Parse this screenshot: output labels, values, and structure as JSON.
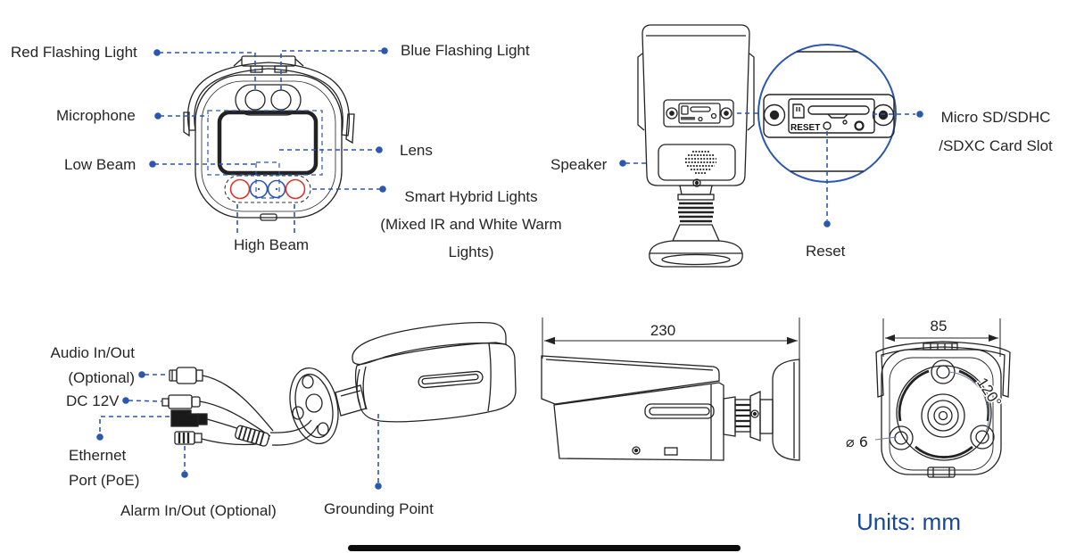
{
  "front_view": {
    "labels": {
      "red_flashing_light": "Red Flashing Light",
      "blue_flashing_light": "Blue Flashing Light",
      "microphone": "Microphone",
      "low_beam": "Low Beam",
      "lens": "Lens",
      "smart_hybrid_lights_line1": "Smart Hybrid Lights",
      "smart_hybrid_lights_line2": "(Mixed IR and White Warm",
      "smart_hybrid_lights_line3": "Lights)",
      "high_beam": "High Beam"
    }
  },
  "rear_view": {
    "labels": {
      "speaker": "Speaker",
      "card_slot_line1": "Micro SD/SDHC",
      "card_slot_line2": "/SDXC Card Slot",
      "reset": "Reset"
    },
    "magnifier_panel_text": "RESET"
  },
  "cable_view": {
    "labels": {
      "audio_line1": "Audio In/Out",
      "audio_line2": "(Optional)",
      "dc_power": "DC 12V",
      "ethernet_line1": "Ethernet",
      "ethernet_line2": "Port (PoE)",
      "alarm": "Alarm In/Out (Optional)",
      "grounding_point": "Grounding Point"
    }
  },
  "dimension_views": {
    "side_length_mm": "230",
    "rear_width_mm": "85",
    "mount_hole_angle": "120°",
    "mount_hole_diameter": "⌀ 6",
    "units_note": "Units: mm"
  },
  "colors": {
    "leader_blue": "#2b57b0",
    "red_accent": "#e0342c",
    "units_text_blue": "#1646a0",
    "line_dark": "#232323"
  }
}
